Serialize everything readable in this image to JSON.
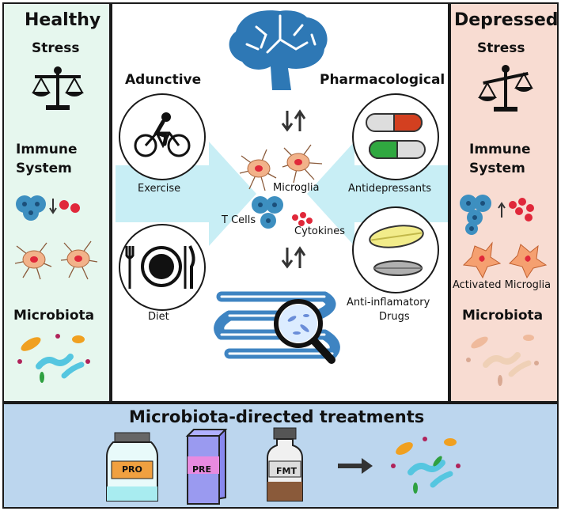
{
  "healthy": {
    "title": "Healthy",
    "stress": "Stress",
    "immune_line1": "Immune",
    "immune_line2": "System",
    "microbiota": "Microbiota"
  },
  "depressed": {
    "title": "Depressed",
    "stress": "Stress",
    "immune_line1": "Immune",
    "immune_line2": "System",
    "activated_microglia": "Activated Microglia",
    "microbiota": "Microbiota"
  },
  "center": {
    "adjunctive": "Adunctive",
    "pharmacological": "Pharmacological",
    "exercise": "Exercise",
    "diet": "Diet",
    "antidepressants": "Antidepressants",
    "anti_inflammatory_line1": "Anti-inflamatory",
    "anti_inflammatory_line2": "Drugs",
    "microglia": "Microglia",
    "t_cells": "T Cells",
    "cytokines": "Cytokines"
  },
  "bottom": {
    "title": "Microbiota-directed treatments",
    "pro": "PRO",
    "pre": "PRE",
    "fmt": "FMT"
  },
  "colors": {
    "healthy_bg": "#e6f7ee",
    "depressed_bg": "#f8dcd2",
    "bottom_bg": "#bcd6ee",
    "arrow_fill": "#c8eef5",
    "brain_blue": "#2e78b5",
    "gut_blue": "#3e84c2",
    "immune_blue": "#3d8fc0",
    "cytokine_red": "#e0283a",
    "microglia_orange": "#f2b28a"
  },
  "icons": [
    "balance-scale-icon",
    "brain-icon",
    "gut-icon",
    "magnifier-icon",
    "bicycle-icon",
    "plate-icon",
    "capsule-icon",
    "tablet-icon",
    "bottle-icon",
    "box-icon",
    "jar-icon"
  ]
}
